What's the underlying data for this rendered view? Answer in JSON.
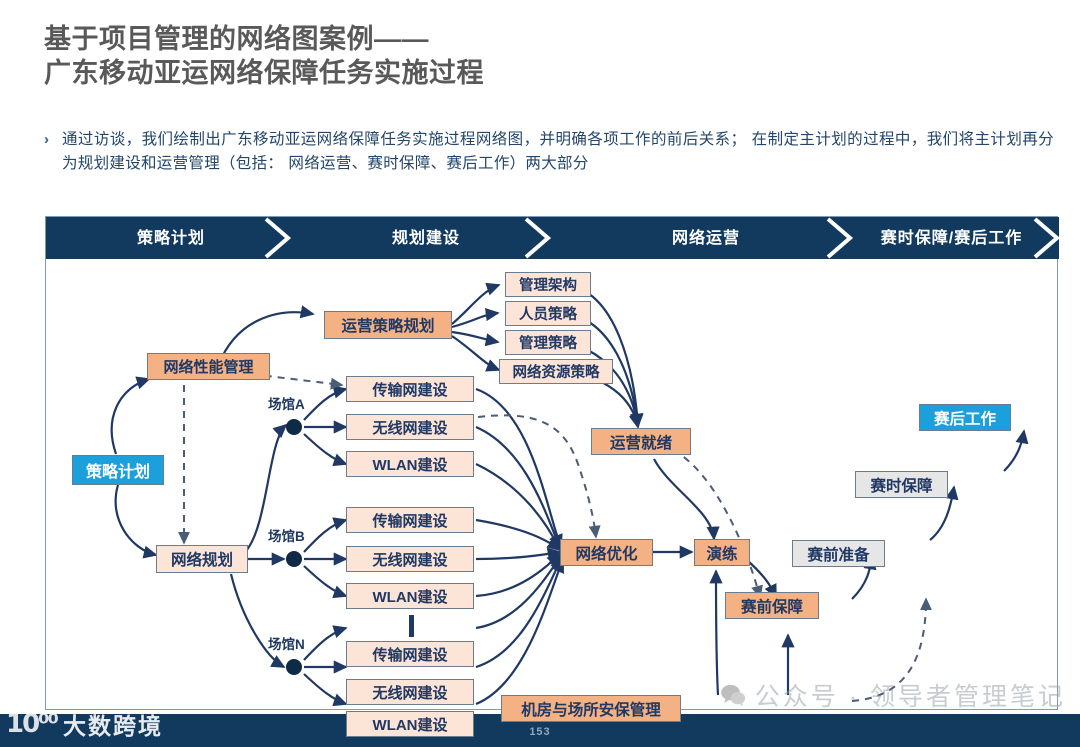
{
  "slide": {
    "title_line1": "基于项目管理的网络图案例——",
    "title_line2": "广东移动亚运网络保障任务实施过程",
    "bullet_marker": "›",
    "body_text": "通过访谈，我们绘制出广东移动亚运网络保障任务实施过程网络图，并明确各项工作的前后关系； 在制定主计划的过程中，我们将主计划再分为规划建设和运营管理（包括： 网络运营、赛时保障、赛后工作）两大部分",
    "page_number": "153"
  },
  "phases": [
    {
      "label": "策略计划"
    },
    {
      "label": "规划建设"
    },
    {
      "label": "网络运营"
    },
    {
      "label": "赛时保障/赛后工作"
    }
  ],
  "diagram": {
    "venues": [
      {
        "label": "场馆A"
      },
      {
        "label": "场馆B"
      },
      {
        "label": "场馆N"
      }
    ],
    "nodes": {
      "strategy_plan": "策略计划",
      "network_perf_mgmt": "网络性能管理",
      "ops_strategy_plan": "运营策略规划",
      "mgmt_architecture": "管理架构",
      "staff_strategy": "人员策略",
      "mgmt_strategy": "管理策略",
      "net_resource_strategy": "网络资源策略",
      "network_planning": "网络规划",
      "venue_a_transport": "传输网建设",
      "venue_a_wireless": "无线网建设",
      "venue_a_wlan": "WLAN建设",
      "venue_b_transport": "传输网建设",
      "venue_b_wireless": "无线网建设",
      "venue_b_wlan": "WLAN建设",
      "venue_n_transport": "传输网建设",
      "venue_n_wireless": "无线网建设",
      "venue_n_wlan": "WLAN建设",
      "ops_ready": "运营就绪",
      "network_optimization": "网络优化",
      "drill": "演练",
      "pre_game_guarantee": "赛前保障",
      "pre_game_prep": "赛前准备",
      "game_time_guarantee": "赛时保障",
      "post_game_work": "赛后工作",
      "facility_security_mgmt": "机房与场所安保管理"
    }
  },
  "watermarks": {
    "right_text": "公众号 · 领导者管理笔记",
    "left_logo_mark": "10⁰⁰",
    "left_logo_text": "大数跨境"
  },
  "colors": {
    "banner": "#123A5E",
    "orange": "#F4B183",
    "peach": "#FCE4D6",
    "grey": "#E7E6E6",
    "blue": "#1BA0DC",
    "edge": "#1F3864",
    "text_navy": "#1F3864",
    "body_text": "#23456B",
    "title_grey": "#595959"
  }
}
